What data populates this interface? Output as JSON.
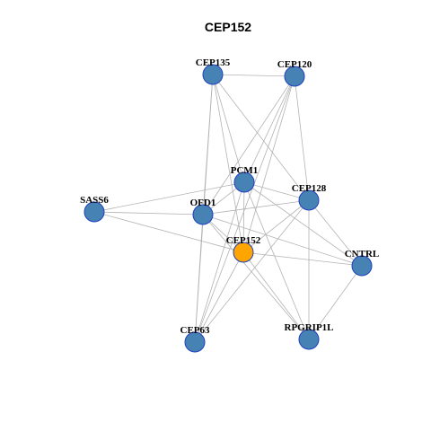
{
  "title": "CEP152",
  "colors": {
    "node_fill": "#4682b4",
    "node_stroke": "#1f3fbf",
    "center_fill": "#ffa500",
    "center_stroke": "#1f3fbf",
    "edge": "#b3b3b3",
    "background": "#ffffff"
  },
  "nodes": [
    {
      "id": "CEP135",
      "label": "CEP135",
      "center": false
    },
    {
      "id": "CEP120",
      "label": "CEP120",
      "center": false
    },
    {
      "id": "PCM1",
      "label": "PCM1",
      "center": false
    },
    {
      "id": "CEP128",
      "label": "CEP128",
      "center": false
    },
    {
      "id": "SASS6",
      "label": "SASS6",
      "center": false
    },
    {
      "id": "OFD1",
      "label": "OFD1",
      "center": false
    },
    {
      "id": "CEP152",
      "label": "CEP152",
      "center": true
    },
    {
      "id": "CNTRL",
      "label": "CNTRL",
      "center": false
    },
    {
      "id": "CEP63",
      "label": "CEP63",
      "center": false
    },
    {
      "id": "RPGRIP1L",
      "label": "RPGRIP1L",
      "center": false
    }
  ],
  "edges": [
    [
      "CEP135",
      "CEP120"
    ],
    [
      "CEP135",
      "PCM1"
    ],
    [
      "CEP135",
      "OFD1"
    ],
    [
      "CEP135",
      "CEP152"
    ],
    [
      "CEP135",
      "CEP128"
    ],
    [
      "CEP135",
      "CEP63"
    ],
    [
      "CEP120",
      "PCM1"
    ],
    [
      "CEP120",
      "OFD1"
    ],
    [
      "CEP120",
      "CEP152"
    ],
    [
      "CEP120",
      "CEP128"
    ],
    [
      "CEP120",
      "CEP63"
    ],
    [
      "PCM1",
      "SASS6"
    ],
    [
      "PCM1",
      "CEP128"
    ],
    [
      "PCM1",
      "OFD1"
    ],
    [
      "PCM1",
      "CEP152"
    ],
    [
      "PCM1",
      "CNTRL"
    ],
    [
      "PCM1",
      "RPGRIP1L"
    ],
    [
      "PCM1",
      "CEP63"
    ],
    [
      "SASS6",
      "OFD1"
    ],
    [
      "SASS6",
      "CEP152"
    ],
    [
      "OFD1",
      "CEP128"
    ],
    [
      "OFD1",
      "CEP152"
    ],
    [
      "OFD1",
      "RPGRIP1L"
    ],
    [
      "OFD1",
      "CEP63"
    ],
    [
      "OFD1",
      "CNTRL"
    ],
    [
      "CEP128",
      "CEP152"
    ],
    [
      "CEP128",
      "CNTRL"
    ],
    [
      "CEP128",
      "RPGRIP1L"
    ],
    [
      "CEP128",
      "CEP63"
    ],
    [
      "CEP152",
      "CNTRL"
    ],
    [
      "CEP152",
      "RPGRIP1L"
    ],
    [
      "CEP152",
      "CEP63"
    ],
    [
      "CNTRL",
      "RPGRIP1L"
    ]
  ]
}
